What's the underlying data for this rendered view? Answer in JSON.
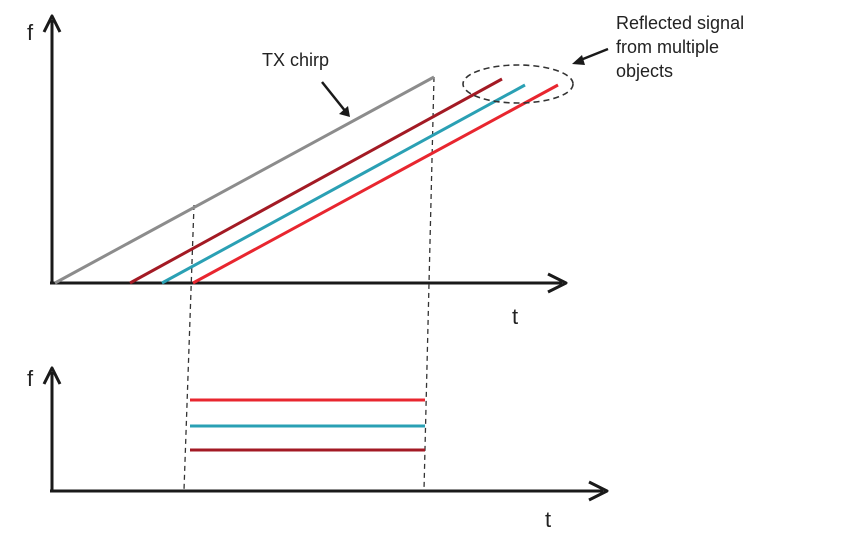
{
  "colors": {
    "axis": "#1a1a1a",
    "tx": "#8c8c8c",
    "rx_dark_red": "#a31a24",
    "rx_teal": "#2aa0b4",
    "rx_red": "#e8262f",
    "guide": "#333333"
  },
  "top_plot": {
    "y_label": "f",
    "x_label": "t",
    "tx_label": "TX chirp",
    "reflection_note": [
      "Reflected signal",
      "from multiple",
      "objects"
    ]
  },
  "bottom_plot": {
    "y_label": "f",
    "x_label": "t"
  }
}
